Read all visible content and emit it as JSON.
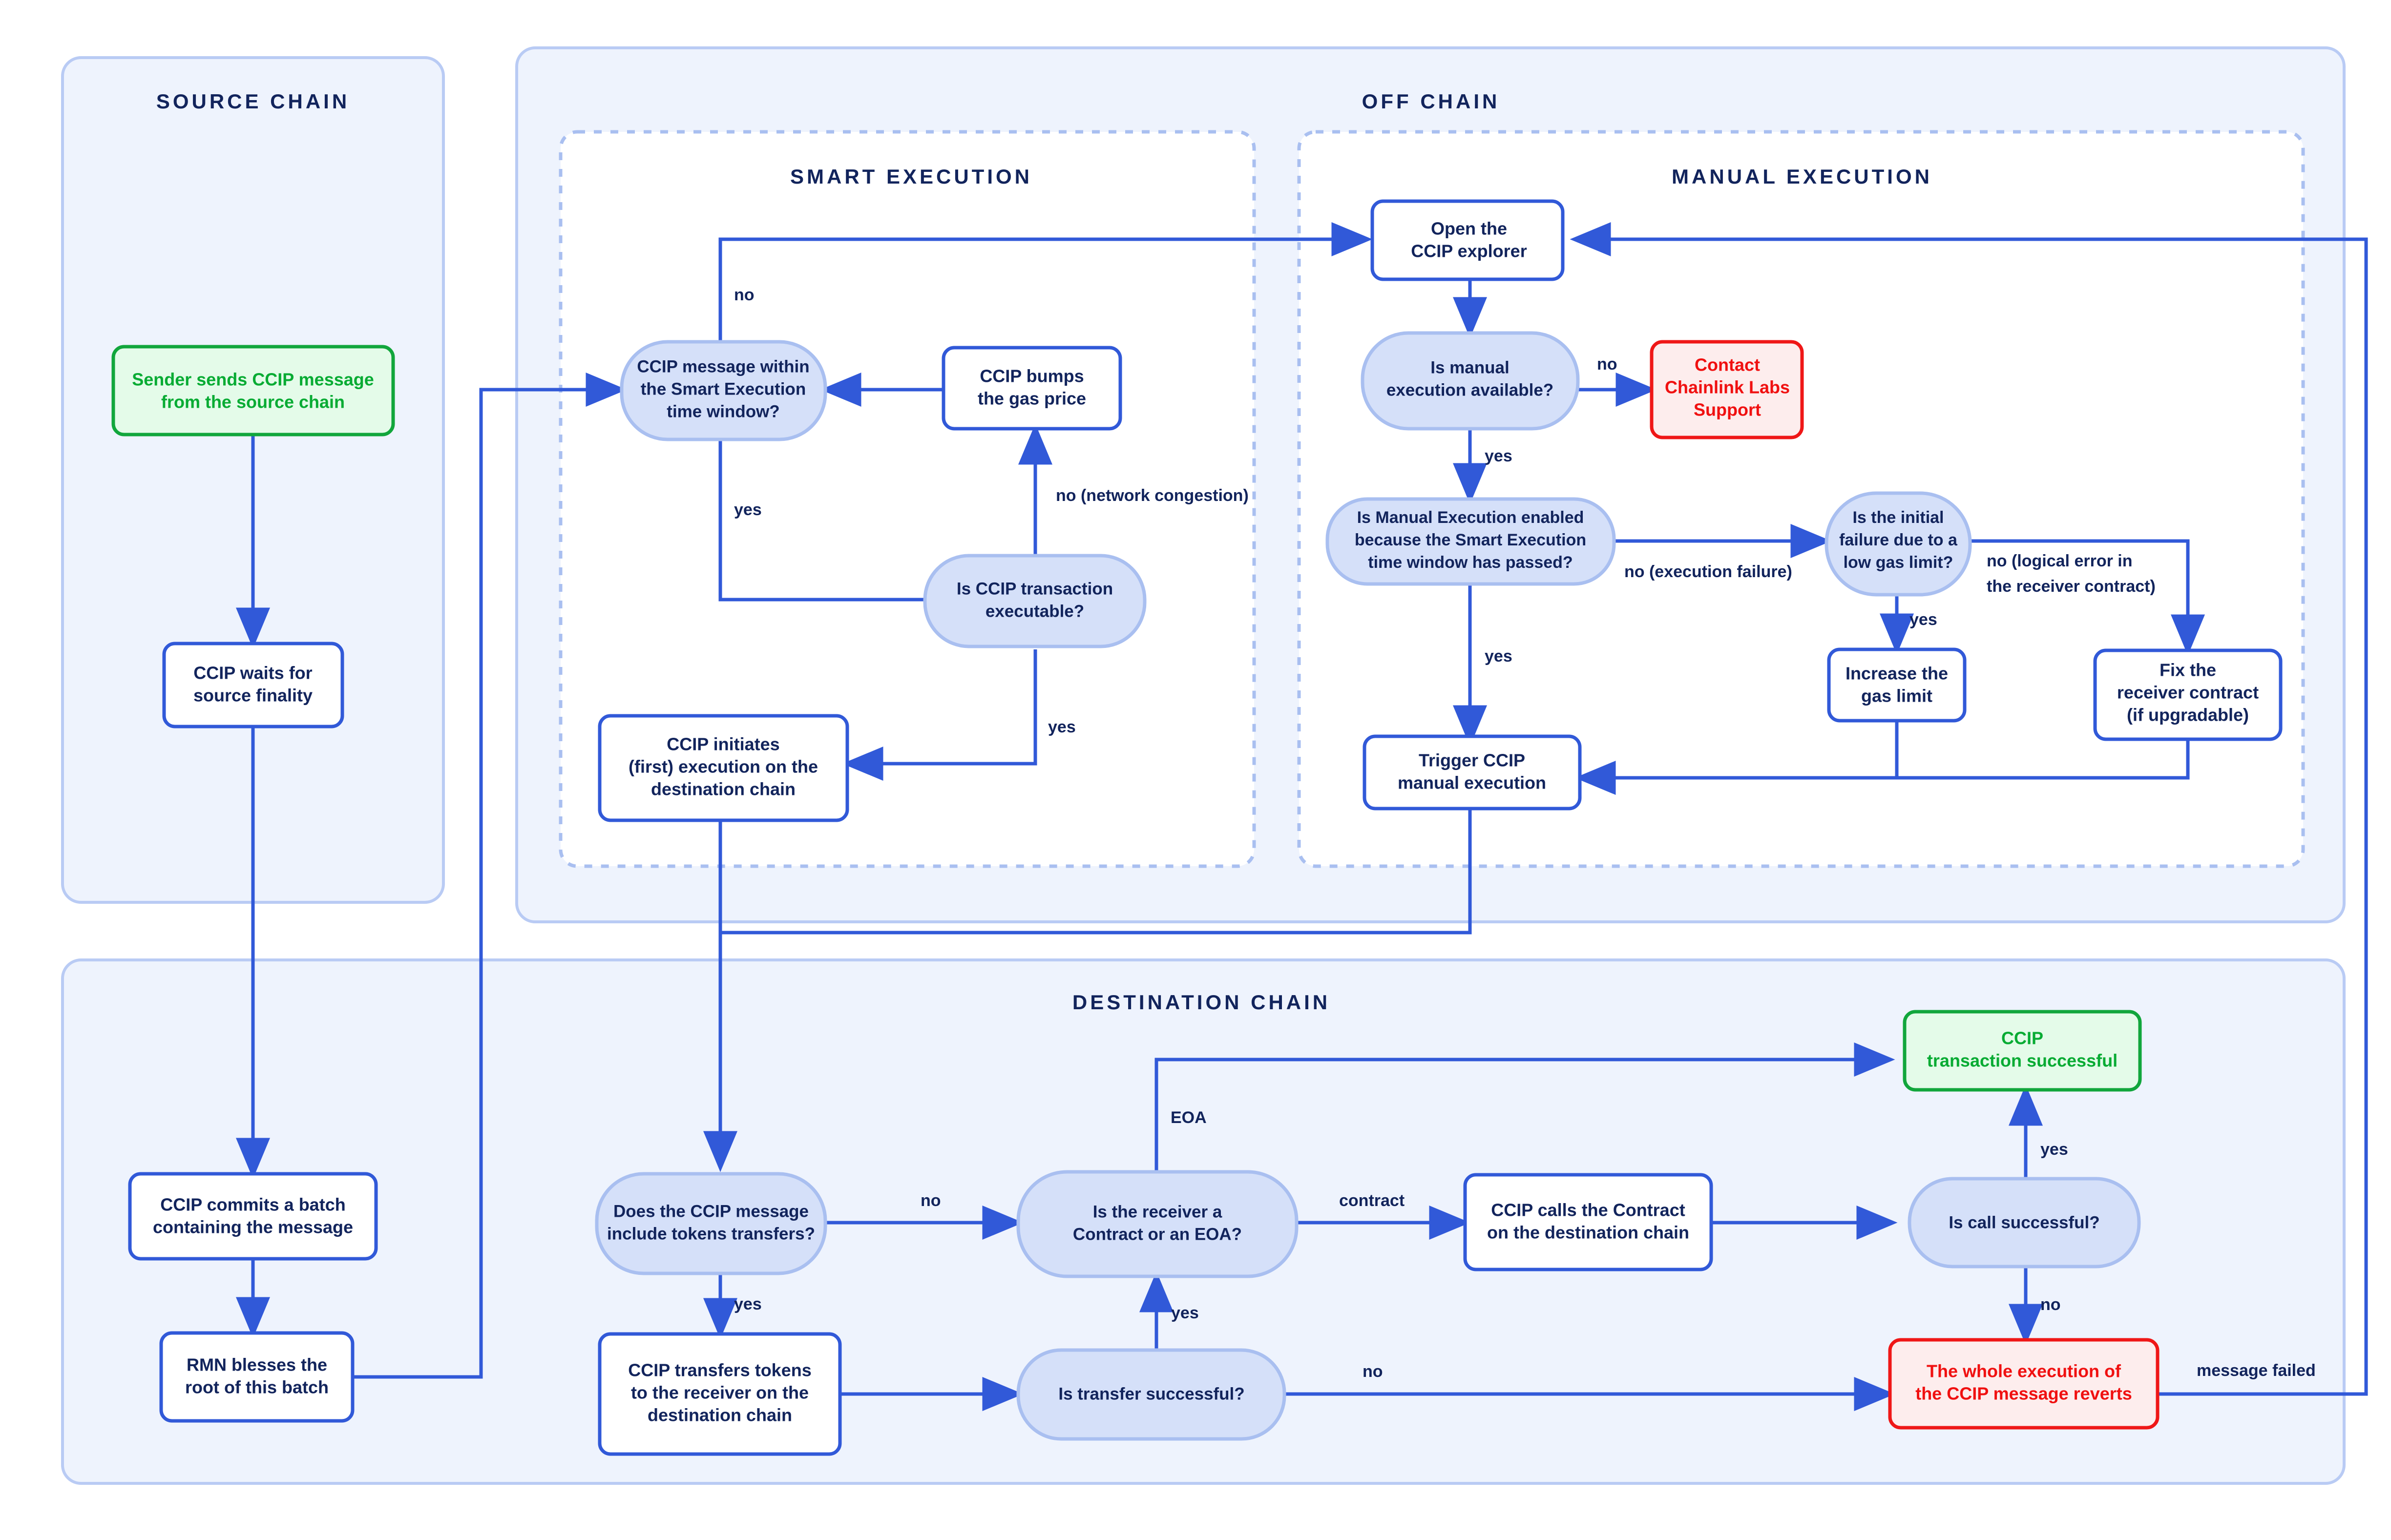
{
  "colors": {
    "lane_fill": "#eef3fd",
    "lane_border": "#b9cbf4",
    "sub_border": "#a9bff0",
    "sub_fill": "#ffffff",
    "decision_fill": "#d5e0f9",
    "decision_border": "#a9bff0",
    "process_fill": "#ffffff",
    "process_border": "#3159d8",
    "edge": "#3159d8",
    "text_dark": "#12245c",
    "success_fill": "#e4fbe9",
    "success_border": "#11a63c",
    "success_text": "#07ab33",
    "error_fill": "#fdeded",
    "error_border": "#ef1717",
    "error_text": "#f01010"
  },
  "lanes": [
    {
      "id": "source-chain",
      "title": "SOURCE CHAIN"
    },
    {
      "id": "off-chain",
      "title": "OFF CHAIN"
    },
    {
      "id": "destination-chain",
      "title": "DESTINATION CHAIN"
    }
  ],
  "sublanes": [
    {
      "id": "smart-execution",
      "title": "SMART EXECUTION"
    },
    {
      "id": "manual-execution",
      "title": "MANUAL EXECUTION"
    }
  ],
  "nodes": [
    {
      "id": "sender-sends",
      "kind": "success",
      "lines": [
        "Sender sends CCIP message",
        "from the source chain"
      ]
    },
    {
      "id": "ccip-waits-finality",
      "kind": "process",
      "lines": [
        "CCIP waits for",
        "source finality"
      ]
    },
    {
      "id": "ccip-commits-batch",
      "kind": "process",
      "lines": [
        "CCIP commits a batch",
        "containing the message"
      ]
    },
    {
      "id": "rmn-blesses-root",
      "kind": "process",
      "lines": [
        "RMN blesses the",
        "root of this batch"
      ]
    },
    {
      "id": "msg-within-window",
      "kind": "decision",
      "lines": [
        "CCIP message within",
        "the Smart Execution",
        "time window?"
      ]
    },
    {
      "id": "ccip-bumps-gas",
      "kind": "process",
      "lines": [
        "CCIP bumps",
        "the gas price"
      ]
    },
    {
      "id": "tx-executable",
      "kind": "decision",
      "lines": [
        "Is CCIP transaction",
        "executable?"
      ]
    },
    {
      "id": "ccip-initiates-exec",
      "kind": "process",
      "lines": [
        "CCIP initiates",
        "(first) execution on the",
        "destination chain"
      ]
    },
    {
      "id": "open-explorer",
      "kind": "process",
      "lines": [
        "Open the",
        "CCIP explorer"
      ]
    },
    {
      "id": "manual-available",
      "kind": "decision",
      "lines": [
        "Is manual",
        "execution available?"
      ]
    },
    {
      "id": "contact-support",
      "kind": "error",
      "lines": [
        "Contact",
        "Chainlink Labs",
        "Support"
      ]
    },
    {
      "id": "manual-enabled-window",
      "kind": "decision",
      "lines": [
        "Is Manual Execution enabled",
        "because the Smart Execution",
        "time window has passed?"
      ]
    },
    {
      "id": "initial-failure-gas",
      "kind": "decision",
      "lines": [
        "Is the initial",
        "failure due to a",
        "low gas limit?"
      ]
    },
    {
      "id": "increase-gas-limit",
      "kind": "process",
      "lines": [
        "Increase the",
        "gas limit"
      ]
    },
    {
      "id": "fix-receiver-contract",
      "kind": "process",
      "lines": [
        "Fix the",
        "receiver contract",
        "(if upgradable)"
      ]
    },
    {
      "id": "trigger-manual-exec",
      "kind": "process",
      "lines": [
        "Trigger CCIP",
        "manual execution"
      ]
    },
    {
      "id": "includes-token-transfers",
      "kind": "decision",
      "lines": [
        "Does the CCIP message",
        "include tokens transfers?"
      ]
    },
    {
      "id": "transfers-tokens",
      "kind": "process",
      "lines": [
        "CCIP transfers tokens",
        "to the receiver on the",
        "destination chain"
      ]
    },
    {
      "id": "transfer-successful",
      "kind": "decision",
      "lines": [
        "Is transfer successful?"
      ]
    },
    {
      "id": "receiver-contract-or-eoa",
      "kind": "decision",
      "lines": [
        "Is the receiver a",
        "Contract or an EOA?"
      ]
    },
    {
      "id": "calls-contract",
      "kind": "process",
      "lines": [
        "CCIP calls the Contract",
        "on the destination chain"
      ]
    },
    {
      "id": "call-successful",
      "kind": "decision",
      "lines": [
        "Is call successful?"
      ]
    },
    {
      "id": "transaction-successful",
      "kind": "success",
      "lines": [
        "CCIP",
        "transaction successful"
      ]
    },
    {
      "id": "execution-reverts",
      "kind": "error",
      "lines": [
        "The whole execution of",
        "the CCIP message reverts"
      ]
    }
  ],
  "edge_labels": [
    {
      "id": "label-smart-no",
      "text": "no"
    },
    {
      "id": "label-smart-yes",
      "text": "yes"
    },
    {
      "id": "label-congestion-no",
      "text": "no (network congestion)"
    },
    {
      "id": "label-executable-yes",
      "text": "yes"
    },
    {
      "id": "label-manual-available-no",
      "text": "no"
    },
    {
      "id": "label-manual-available-yes",
      "text": "yes"
    },
    {
      "id": "label-execution-failure-no",
      "text": "no (execution failure)"
    },
    {
      "id": "label-manual-enabled-yes",
      "text": "yes"
    },
    {
      "id": "label-gas-limit-yes",
      "text": "yes"
    },
    {
      "id": "label-logical-error-no",
      "text": "no (logical error in\nthe receiver contract)"
    },
    {
      "id": "label-tokens-no",
      "text": "no"
    },
    {
      "id": "label-tokens-yes",
      "text": "yes"
    },
    {
      "id": "label-eoa",
      "text": "EOA"
    },
    {
      "id": "label-contract",
      "text": "contract"
    },
    {
      "id": "label-transfer-yes",
      "text": "yes"
    },
    {
      "id": "label-transfer-no",
      "text": "no"
    },
    {
      "id": "label-call-yes",
      "text": "yes"
    },
    {
      "id": "label-call-no",
      "text": "no"
    },
    {
      "id": "label-message-failed",
      "text": "message failed"
    }
  ]
}
